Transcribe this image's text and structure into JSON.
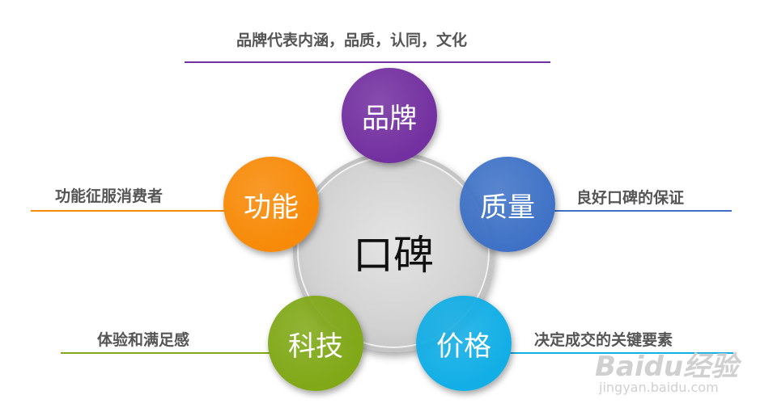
{
  "center": {
    "label": "口碑"
  },
  "nodes": {
    "brand": {
      "label": "品牌",
      "desc": "品牌代表内涵，品质，认同，文化",
      "color": "#7330a0"
    },
    "quality": {
      "label": "质量",
      "desc": "良好口碑的保证",
      "color": "#3f72c6"
    },
    "price": {
      "label": "价格",
      "desc": "决定成交的关键要素",
      "color": "#12aee6"
    },
    "tech": {
      "label": "科技",
      "desc": "体验和满足感",
      "color": "#80a817"
    },
    "func": {
      "label": "功能",
      "desc": "功能征服消费者",
      "color": "#f78a08"
    }
  },
  "watermark": {
    "brand": "Baidu经验",
    "url": "jingyan.baidu.com"
  }
}
